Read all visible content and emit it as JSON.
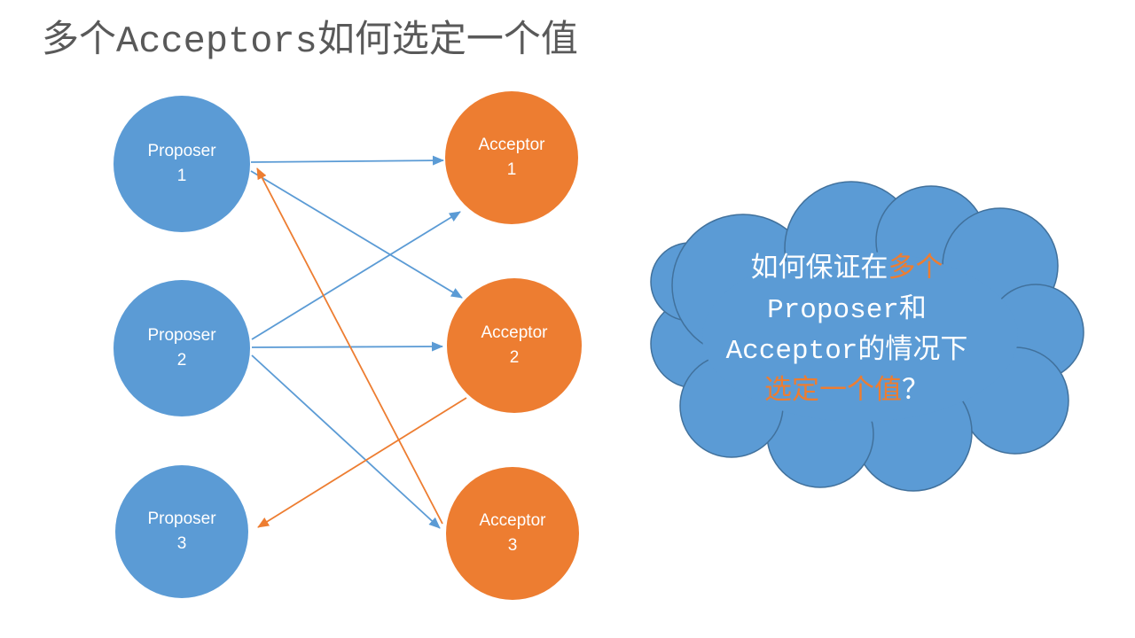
{
  "title": "多个Acceptors如何选定一个值",
  "colors": {
    "blue": "#5B9BD5",
    "orange": "#ED7D31",
    "cloud_outline": "#41719C",
    "title_text": "#595959",
    "node_text": "#FFFFFF",
    "background": "#FFFFFF"
  },
  "diagram": {
    "nodes": [
      {
        "id": "proposer-1",
        "type": "proposer",
        "line1": "Proposer",
        "line2": "1"
      },
      {
        "id": "proposer-2",
        "type": "proposer",
        "line1": "Proposer",
        "line2": "2"
      },
      {
        "id": "proposer-3",
        "type": "proposer",
        "line1": "Proposer",
        "line2": "3"
      },
      {
        "id": "acceptor-1",
        "type": "acceptor",
        "line1": "Acceptor",
        "line2": "1"
      },
      {
        "id": "acceptor-2",
        "type": "acceptor",
        "line1": "Acceptor",
        "line2": "2"
      },
      {
        "id": "acceptor-3",
        "type": "acceptor",
        "line1": "Acceptor",
        "line2": "3"
      }
    ],
    "edges": [
      {
        "from": "proposer-1",
        "to": "acceptor-1",
        "color": "blue"
      },
      {
        "from": "proposer-1",
        "to": "acceptor-2",
        "color": "blue"
      },
      {
        "from": "proposer-2",
        "to": "acceptor-1",
        "color": "blue"
      },
      {
        "from": "proposer-2",
        "to": "acceptor-2",
        "color": "blue"
      },
      {
        "from": "proposer-2",
        "to": "acceptor-3",
        "color": "blue"
      },
      {
        "from": "acceptor-3",
        "to": "proposer-1",
        "color": "orange"
      },
      {
        "from": "acceptor-2",
        "to": "proposer-3",
        "color": "orange"
      }
    ]
  },
  "cloud": {
    "lines": [
      {
        "segments": [
          {
            "text": "如何保证在",
            "color": "white"
          },
          {
            "text": "多个",
            "color": "orange"
          }
        ]
      },
      {
        "segments": [
          {
            "text": "Proposer和",
            "color": "white"
          }
        ]
      },
      {
        "segments": [
          {
            "text": "Acceptor的情况下",
            "color": "white"
          }
        ]
      },
      {
        "segments": [
          {
            "text": "选定一个值",
            "color": "orange"
          },
          {
            "text": "？",
            "color": "white"
          }
        ]
      }
    ]
  }
}
